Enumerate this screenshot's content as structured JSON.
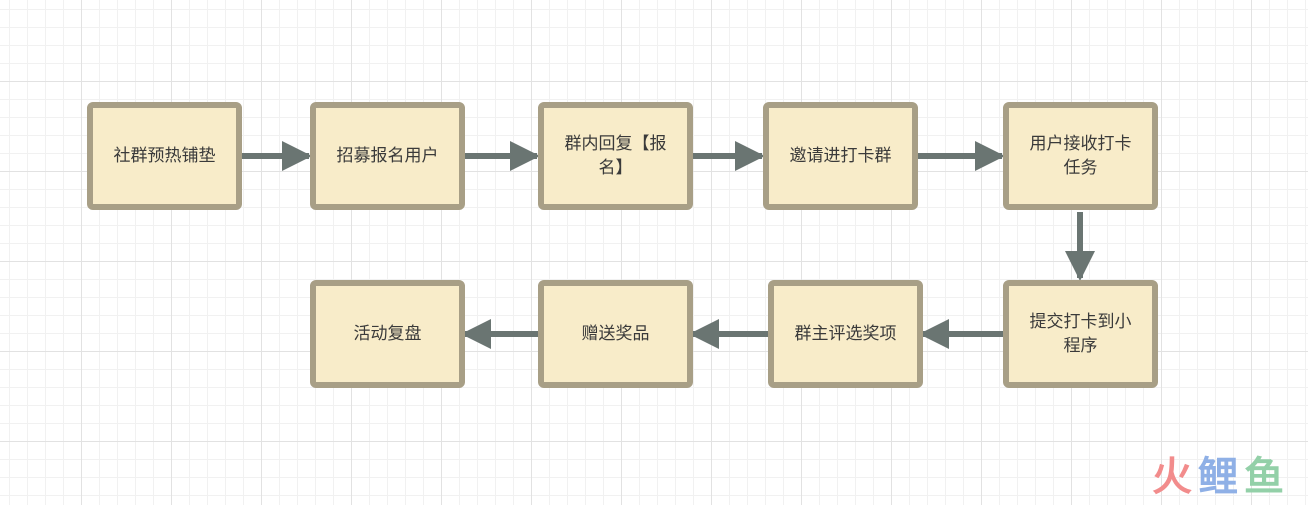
{
  "nodes": {
    "n1": "社群预热铺垫",
    "n2": "招募报名用户",
    "n3": "群内回复【报名】",
    "n4": "邀请进打卡群",
    "n5": "用户接收打卡任务",
    "n6": "提交打卡到小程序",
    "n7": "群主评选奖项",
    "n8": "赠送奖品",
    "n9": "活动复盘"
  },
  "watermark": {
    "char1": "火",
    "char2": "鲤",
    "char3": "鱼"
  },
  "colors": {
    "node_fill": "#f8ecc9",
    "node_border": "#a89f86",
    "arrow": "#6a7572",
    "text": "#3a3a3a"
  }
}
